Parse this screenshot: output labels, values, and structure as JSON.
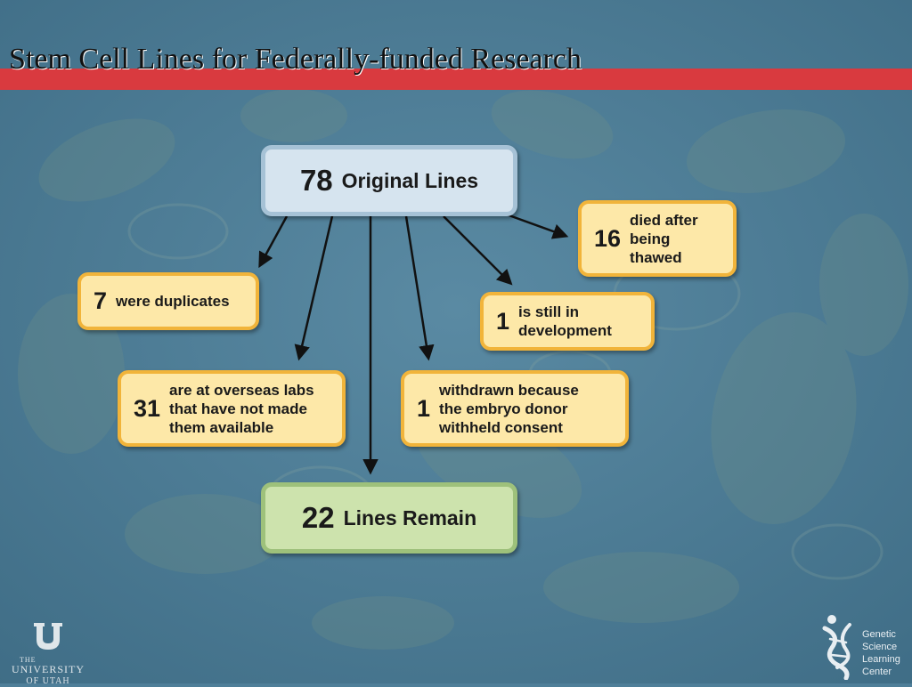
{
  "title": "Stem Cell Lines for Federally-funded Research",
  "colors": {
    "background": "#4f7f99",
    "title_bar": "#d93a3f",
    "box_yellow": "#fde8a8",
    "box_yellow_border": "#f1b43a",
    "box_start": "#d6e4ef",
    "box_end": "#cde3ad"
  },
  "diagram": {
    "start": {
      "number": "78",
      "label": "Original Lines"
    },
    "end": {
      "number": "22",
      "label": "Lines Remain"
    },
    "branches": [
      {
        "number": "7",
        "label": "were duplicates"
      },
      {
        "number": "31",
        "label": "are at overseas labs\nthat have not made\nthem available"
      },
      {
        "number": "1",
        "label": "withdrawn because\nthe embryo donor\nwithheld consent"
      },
      {
        "number": "1",
        "label": "is still in\ndevelopment"
      },
      {
        "number": "16",
        "label": "died after\nbeing\nthawed"
      }
    ]
  },
  "logos": {
    "university": {
      "line1": "THE",
      "line2": "UNIVERSITY",
      "line3": "OF UTAH"
    },
    "gslc": {
      "text": "Genetic\nScience\nLearning\nCenter"
    }
  }
}
